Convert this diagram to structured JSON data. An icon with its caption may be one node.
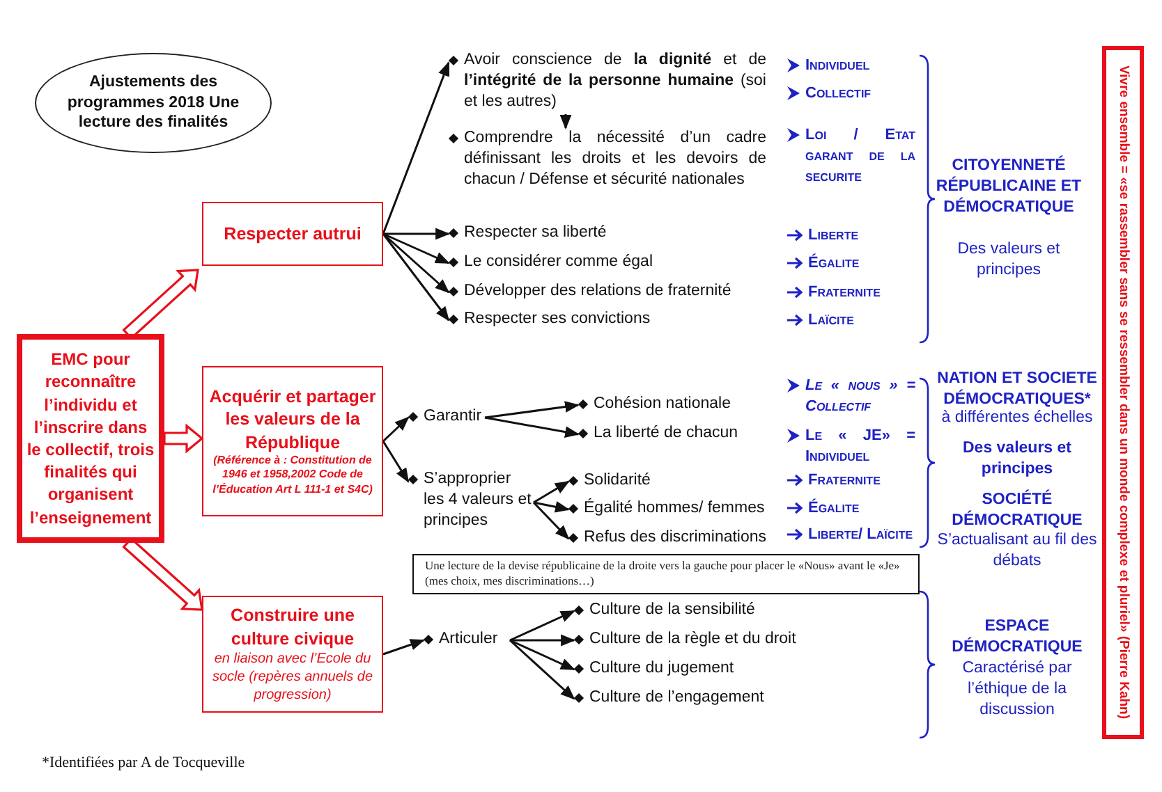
{
  "diagram": {
    "nodes": [
      {
        "text": [
          "Ajustements des programmes 2018 Une lecture des finalités"
        ]
      },
      {
        "text": [
          "EMC pour reconnaître l’individu et l’inscrire dans le collectif, trois finalités qui organisent l’enseignement"
        ]
      },
      {
        "text": [
          "Respecter autrui"
        ]
      },
      {
        "text": [
          "Acquérir et partager les valeurs de la République",
          "(Référence à : Constitution de 1946 et 1958,2002 Code de l’Éducation Art L 111-1 et S4C)"
        ]
      },
      {
        "text": [
          "Construire une culture civique",
          "en liaison avec l’Ecole du socle (repères annuels de progression)"
        ]
      },
      {
        "text": [
          "Avoir conscience de **la dignité** et de **l’intégrité de la personne humaine** (soi et les autres)"
        ]
      },
      {
        "text": [
          "Comprendre la nécessité d’un cadre définissant les droits et les devoirs de chacun / Défense et sécurité nationales"
        ]
      },
      {
        "text": [
          "Respecter sa liberté"
        ]
      },
      {
        "text": [
          "Le considérer comme égal"
        ]
      },
      {
        "text": [
          "Développer des relations de fraternité"
        ]
      },
      {
        "text": [
          "Respecter ses convictions"
        ]
      },
      {
        "text": [
          "Garantir"
        ]
      },
      {
        "text": [
          "Cohésion nationale"
        ]
      },
      {
        "text": [
          "La liberté de chacun"
        ]
      },
      {
        "text": [
          "S’approprier les 4 valeurs et principes"
        ]
      },
      {
        "text": [
          "Solidarité"
        ]
      },
      {
        "text": [
          "Égalité hommes/ femmes"
        ]
      },
      {
        "text": [
          "Refus des discriminations"
        ]
      },
      {
        "text": [
          "Une lecture de  la devise républicaine de la droite vers la gauche pour placer le «Nous» avant le «Je» (mes choix, mes discriminations…)"
        ]
      },
      {
        "text": [
          "Articuler"
        ]
      },
      {
        "text": [
          "Culture de la sensibilité"
        ]
      },
      {
        "text": [
          "Culture de la règle et du droit"
        ]
      },
      {
        "text": [
          "Culture du jugement"
        ]
      },
      {
        "text": [
          "Culture de l’engagement"
        ]
      },
      {
        "text": [
          "Vivre ensemble = «se rassembler sans se ressembler dans un monde complexe et pluriel» (Pierre Kahn)"
        ]
      }
    ],
    "edges": [
      {
        "from": 1,
        "to": 2,
        "arrow": "to",
        "style": "thick",
        "color": "#e8101a"
      },
      {
        "from": 1,
        "to": 3,
        "arrow": "to",
        "style": "thick",
        "color": "#e8101a"
      },
      {
        "from": 1,
        "to": 4,
        "arrow": "to",
        "style": "thick",
        "color": "#e8101a"
      },
      {
        "from": 2,
        "to": 5,
        "arrow": "to"
      },
      {
        "from": 5,
        "to": 6,
        "arrow": "to"
      },
      {
        "from": 2,
        "to": 7,
        "arrow": "to"
      },
      {
        "from": 2,
        "to": 8,
        "arrow": "to"
      },
      {
        "from": 2,
        "to": 9,
        "arrow": "to"
      },
      {
        "from": 2,
        "to": 10,
        "arrow": "to"
      },
      {
        "from": 3,
        "to": 11,
        "arrow": "to"
      },
      {
        "from": 3,
        "to": 14,
        "arrow": "to"
      },
      {
        "from": 11,
        "to": 12,
        "arrow": "to"
      },
      {
        "from": 11,
        "to": 13,
        "arrow": "to"
      },
      {
        "from": 14,
        "to": 15,
        "arrow": "to"
      },
      {
        "from": 14,
        "to": 16,
        "arrow": "to"
      },
      {
        "from": 14,
        "to": 17,
        "arrow": "to"
      },
      {
        "from": 4,
        "to": 19,
        "arrow": "to"
      },
      {
        "from": 19,
        "to": 20,
        "arrow": "to"
      },
      {
        "from": 19,
        "to": 21,
        "arrow": "to"
      },
      {
        "from": 19,
        "to": 22,
        "arrow": "to"
      },
      {
        "from": 19,
        "to": 23,
        "arrow": "to"
      }
    ],
    "labels": [
      "Individuel",
      "Collectif",
      "Loi / Etat garant de la securite",
      "Liberte",
      "Égalite",
      "Fraternite",
      "Laïcite",
      "CITOYENNETÉ RÉPUBLICAINE ET DÉMOCRATIQUE",
      "Des valeurs et principes",
      "Le « nous » = Collectif",
      "Le « JE» = Individuel",
      "Fraternite",
      "Égalite",
      "Liberte/ Laïcite",
      "NATION  ET SOCIETE DÉMOCRATIQUES*",
      "à différentes échelles",
      "Des valeurs et principes",
      "SOCIÉTÉ DÉMOCRATIQUE",
      "S’actualisant au fil des débats",
      "ESPACE DÉMOCRATIQUE",
      "Caractérisé par l’éthique de la discussion",
      "*Identifiées par A de Tocqueville"
    ]
  }
}
